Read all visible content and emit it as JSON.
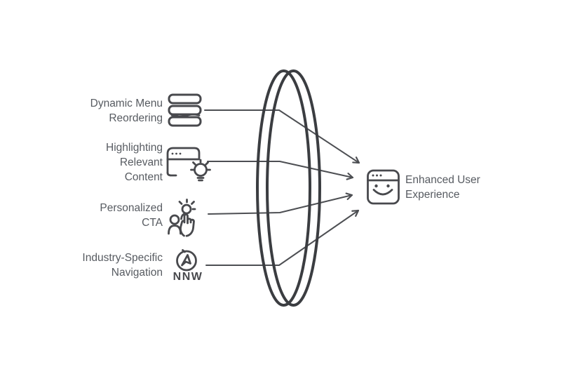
{
  "colors": {
    "background": "#ffffff",
    "line": "#4d4f53",
    "lens": "#3b3d41",
    "icon": "#48494d",
    "text": "#575b61"
  },
  "diagram": {
    "type": "lens-convergence-diagram",
    "items": [
      {
        "label": "Dynamic Menu\nReordering",
        "icon": "menu-stack-icon"
      },
      {
        "label": "Highlighting\nRelevant\nContent",
        "icon": "browser-highlight-icon"
      },
      {
        "label": "Personalized\nCTA",
        "icon": "users-click-icon"
      },
      {
        "label": "Industry-Specific\nNavigation",
        "icon": "compass-icon",
        "compass_label": "NNW"
      }
    ],
    "lens": {
      "shape": "double-ellipse-lens"
    },
    "result": {
      "label": "Enhanced User\nExperience",
      "icon": "smiley-browser-icon"
    }
  }
}
